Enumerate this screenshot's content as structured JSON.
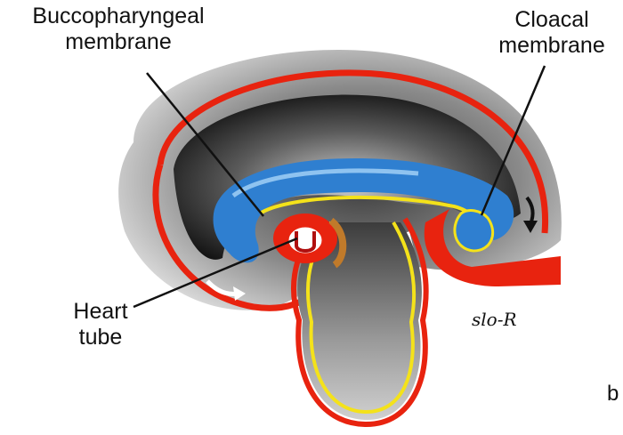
{
  "labels": {
    "buccopharyngeal_line1": "Buccopharyngeal",
    "buccopharyngeal_line2": "membrane",
    "cloacal_line1": "Cloacal",
    "cloacal_line2": "membrane",
    "heart_line1": "Heart",
    "heart_line2": "tube",
    "edge_fragment": "b"
  },
  "signature": "slo-R",
  "colors": {
    "ectoderm": "#e8230f",
    "mesoderm_yellow": "#f4e21a",
    "endoderm_blue": "#2f7fd0",
    "amnion_grey": "#9a9a9a",
    "cavity_dark": "#1a1a1a",
    "heart": "#e8230f"
  },
  "icons": [
    "curved-arrow-icon",
    "curved-arrow-icon"
  ]
}
